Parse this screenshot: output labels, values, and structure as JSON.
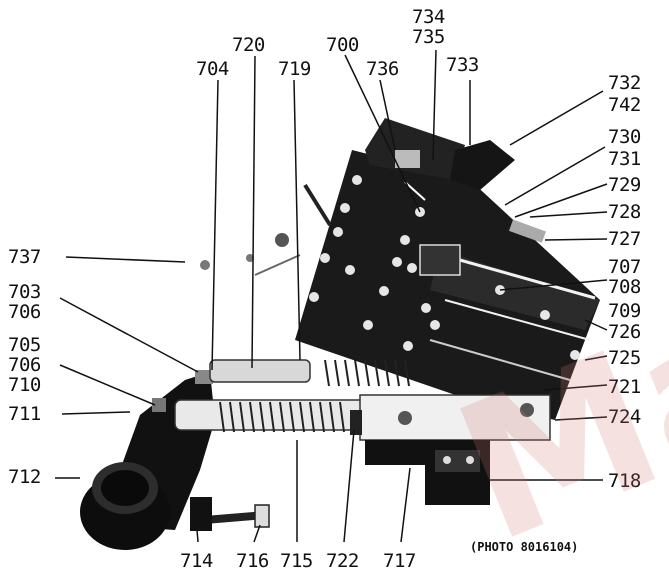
{
  "figure": {
    "caption": "(PHOTO 8016104)",
    "watermark_fragment": "Mar",
    "callouts": {
      "c734": "734",
      "c735": "735",
      "c720": "720",
      "c700": "700",
      "c704": "704",
      "c719": "719",
      "c736": "736",
      "c733": "733",
      "c732": "732",
      "c742": "742",
      "c730": "730",
      "c731": "731",
      "c729": "729",
      "c728": "728",
      "c727": "727",
      "c707": "707",
      "c708": "708",
      "c709": "709",
      "c726": "726",
      "c725": "725",
      "c721": "721",
      "c724": "724",
      "c718": "718",
      "c737": "737",
      "c703": "703",
      "c706a": "706",
      "c705": "705",
      "c706b": "706",
      "c710": "710",
      "c711": "711",
      "c712": "712",
      "c714": "714",
      "c716": "716",
      "c715": "715",
      "c722": "722",
      "c717": "717"
    }
  }
}
